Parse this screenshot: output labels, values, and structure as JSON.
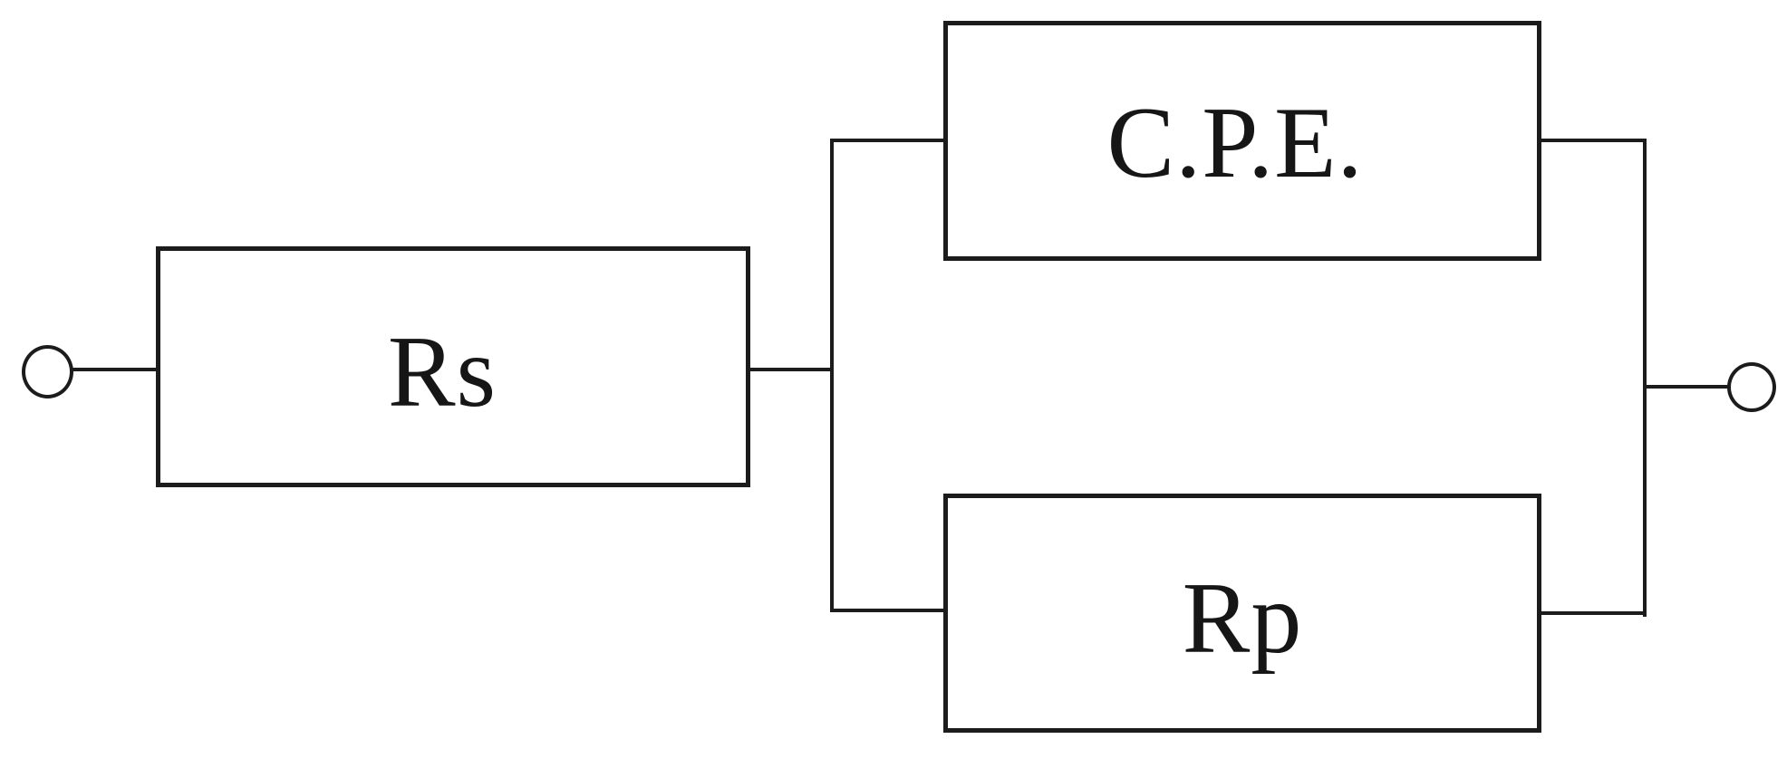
{
  "diagram": {
    "type": "equivalent-circuit-model",
    "description": "Electrical equivalent circuit: series resistance Rs followed by parallel combination of a constant phase element and polarization resistance Rp between two terminals",
    "background_color": "#ffffff",
    "line_color": "#1c1c1c",
    "components": {
      "rs": {
        "label": "Rs",
        "kind": "resistor",
        "position": "series-left"
      },
      "cpe": {
        "label": "C.P.E.",
        "kind": "constant-phase-element",
        "position": "parallel-top"
      },
      "rp": {
        "label": "Rp",
        "kind": "resistor",
        "position": "parallel-bottom"
      }
    },
    "terminals": {
      "left": {
        "shape": "circle"
      },
      "right": {
        "shape": "circle"
      }
    }
  }
}
